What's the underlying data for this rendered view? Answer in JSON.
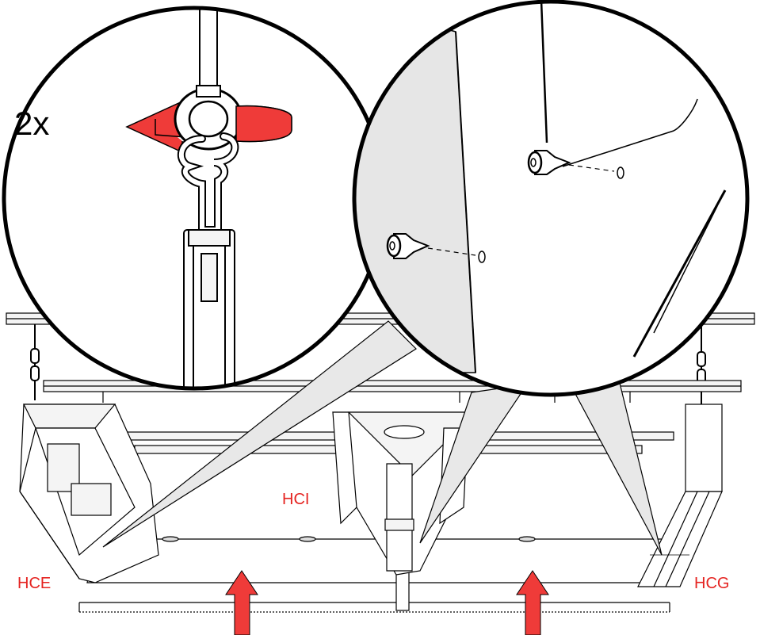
{
  "labels": {
    "multiplier": "2x",
    "hce": "HCE",
    "hci": "HCI",
    "hcg": "HCG"
  },
  "colors": {
    "accent": "#e52421",
    "arrow_fill": "#ef3b39",
    "line": "#000000",
    "panel": "#f4f4f4",
    "shade": "#e6e6e6"
  },
  "icons": {
    "rotate_arrow": "rotate-left-arrow-icon",
    "lift_arrow": "up-arrow-icon"
  }
}
